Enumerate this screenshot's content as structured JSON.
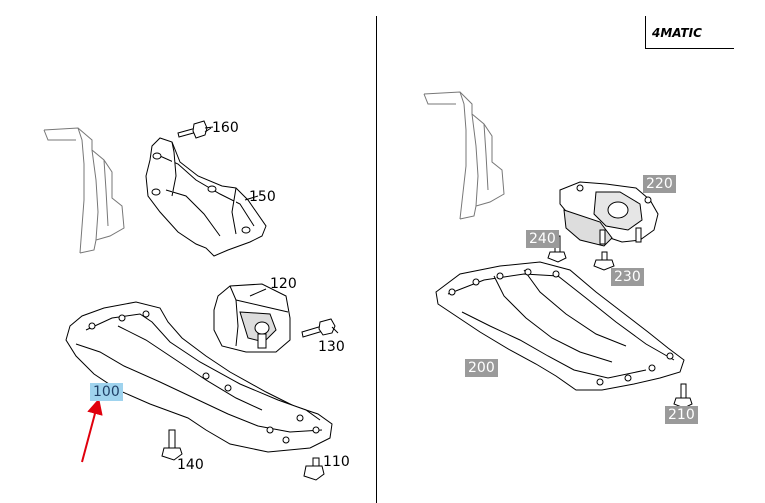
{
  "badge": {
    "text": "4MATIC"
  },
  "left_panel": {
    "callouts": [
      {
        "id": "160",
        "label": "160"
      },
      {
        "id": "150",
        "label": "150"
      },
      {
        "id": "120",
        "label": "120"
      },
      {
        "id": "130",
        "label": "130"
      },
      {
        "id": "100",
        "label": "100",
        "selected": true
      },
      {
        "id": "140",
        "label": "140"
      },
      {
        "id": "110",
        "label": "110"
      }
    ]
  },
  "right_panel": {
    "callouts": [
      {
        "id": "220",
        "label": "220"
      },
      {
        "id": "240",
        "label": "240"
      },
      {
        "id": "230",
        "label": "230"
      },
      {
        "id": "200",
        "label": "200"
      },
      {
        "id": "210",
        "label": "210"
      }
    ]
  },
  "colors": {
    "selected_highlight": "#9fd3ee",
    "callout_box": "#9a9a9a",
    "pointer_arrow": "#e0000d",
    "line": "#000000"
  }
}
